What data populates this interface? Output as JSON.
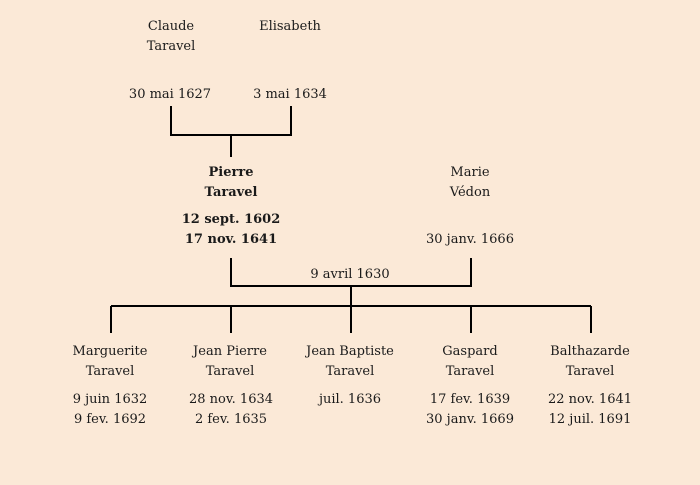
{
  "grandparents": {
    "father": {
      "first": "Claude",
      "last": "Taravel",
      "date": "30 mai 1627"
    },
    "mother": {
      "first": "Elisabeth",
      "date": "3 mai 1634"
    }
  },
  "parents": {
    "father": {
      "first": "Pierre",
      "last": "Taravel",
      "birth": "12 sept. 1602",
      "death": "17 nov. 1641"
    },
    "mother": {
      "first": "Marie",
      "last": "Védon",
      "date": "30 janv. 1666"
    },
    "marriage": "9 avril 1630"
  },
  "children": [
    {
      "first": "Marguerite",
      "last": "Taravel",
      "birth": "9 juin 1632",
      "death": "9 fev. 1692"
    },
    {
      "first": "Jean Pierre",
      "last": "Taravel",
      "birth": "28 nov. 1634",
      "death": "2 fev. 1635"
    },
    {
      "first": "Jean Baptiste",
      "last": "Taravel",
      "birth": "juil. 1636",
      "death": ""
    },
    {
      "first": "Gaspard",
      "last": "Taravel",
      "birth": "17 fev. 1639",
      "death": "30 janv. 1669"
    },
    {
      "first": "Balthazarde",
      "last": "Taravel",
      "birth": "22 nov. 1641",
      "death": "12 juil. 1691"
    }
  ],
  "colors": {
    "background": "#fbe9d7",
    "line": "#000000",
    "text": "#1a1a1a"
  }
}
